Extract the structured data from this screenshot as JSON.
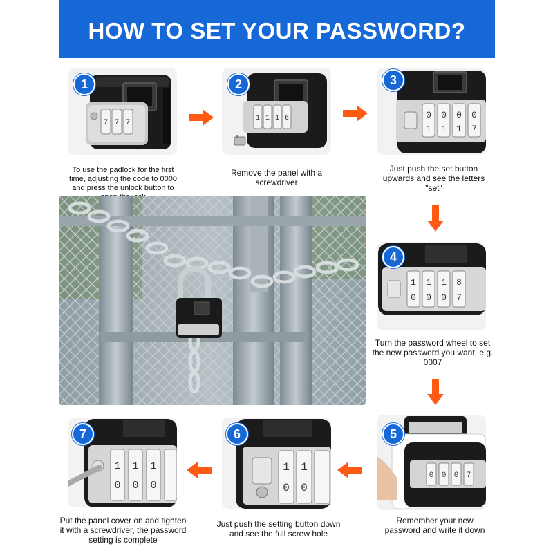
{
  "header": {
    "title": "HOW TO SET YOUR PASSWORD?"
  },
  "steps": [
    {
      "number": "1",
      "caption": "To use the padlock for the first time, adjusting the code to 0000 and press the unlock button to open the lock"
    },
    {
      "number": "2",
      "caption": "Remove the panel with a screwdriver"
    },
    {
      "number": "3",
      "caption": "Just push the set button upwards and see the letters \"set\""
    },
    {
      "number": "4",
      "caption": "Turn the password wheel to set the new password you want, e.g. 0007"
    },
    {
      "number": "5",
      "caption": "Remember your new password and write it down"
    },
    {
      "number": "6",
      "caption": "Just push the setting button down and see the full screw hole"
    },
    {
      "number": "7",
      "caption": "Put the panel cover on and tighten it with a screwdriver, the password setting is complete"
    }
  ],
  "colors": {
    "banner": "#1568d6",
    "badge": "#1568d6",
    "arrow": "#ff5a14"
  }
}
